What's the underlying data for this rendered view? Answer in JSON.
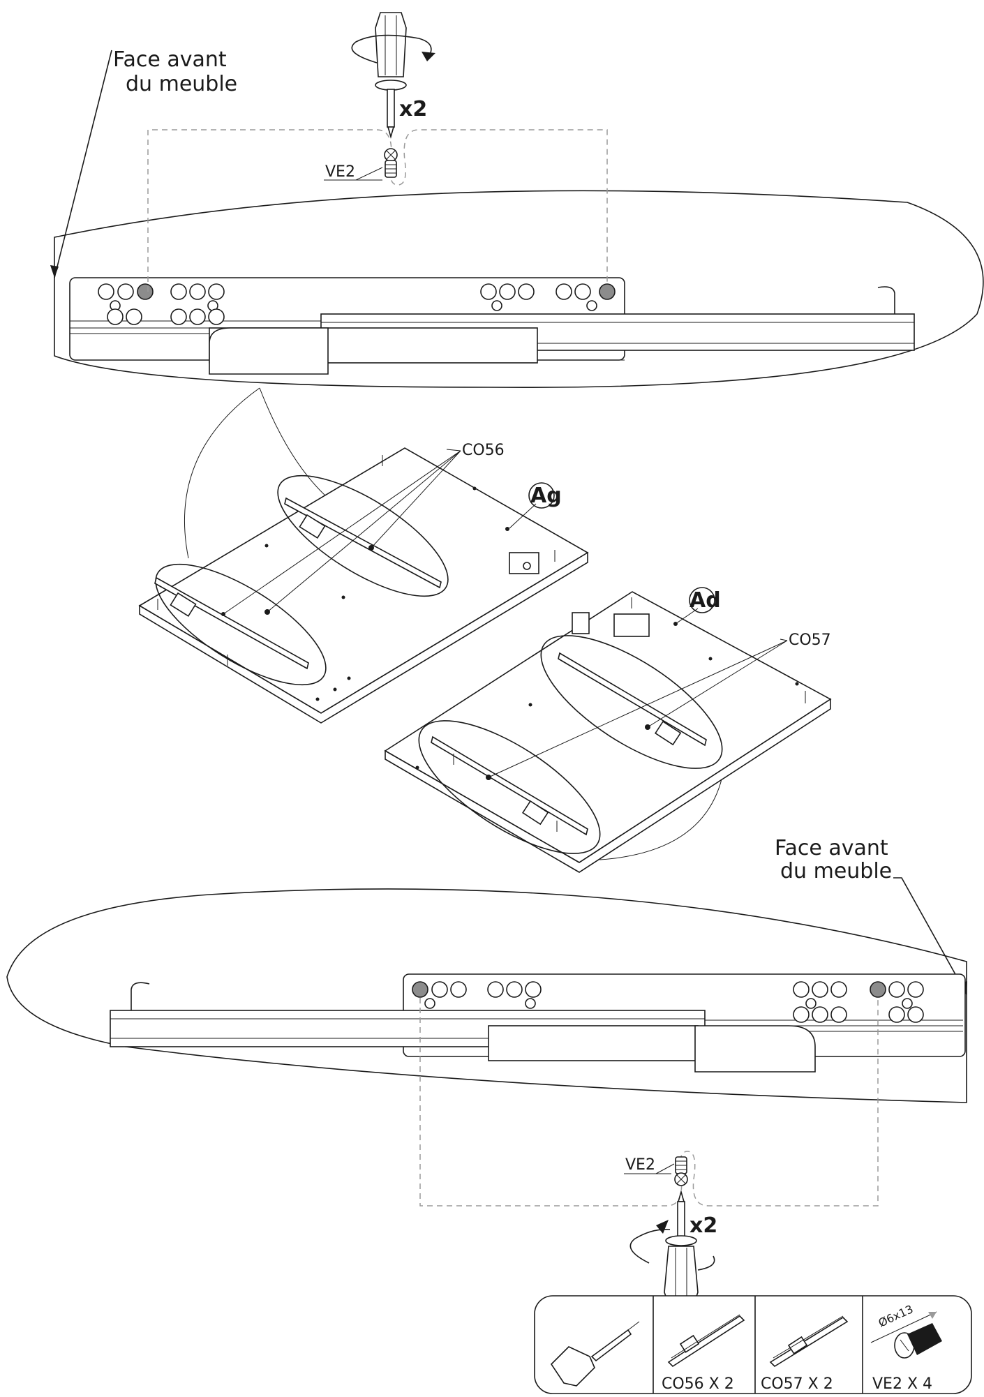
{
  "labels": {
    "face_avant_top_line1": "Face avant",
    "face_avant_top_line2": "du meuble",
    "face_avant_bottom_line1": "Face avant",
    "face_avant_bottom_line2": "du meuble",
    "screw_top": "VE2",
    "screw_bottom": "VE2",
    "qty_top": "x2",
    "qty_bottom": "x2",
    "rail_left": "CO56",
    "rail_right": "CO57",
    "panel_left": "Ag",
    "panel_right": "Ad"
  },
  "parts_box": {
    "items": [
      {
        "icon": "screwdriver-icon",
        "caption": ""
      },
      {
        "icon": "rail-co56-icon",
        "caption": "CO56 X 2"
      },
      {
        "icon": "rail-co57-icon",
        "caption": "CO57 X 2"
      },
      {
        "icon": "dowel-screw-icon",
        "caption": "VE2 X 4",
        "dimension": "Ø6x13"
      }
    ]
  },
  "colors": {
    "line": "#1a1a1a",
    "dash": "#9a9a9a",
    "highlight_hole": "#8c8c8c"
  }
}
